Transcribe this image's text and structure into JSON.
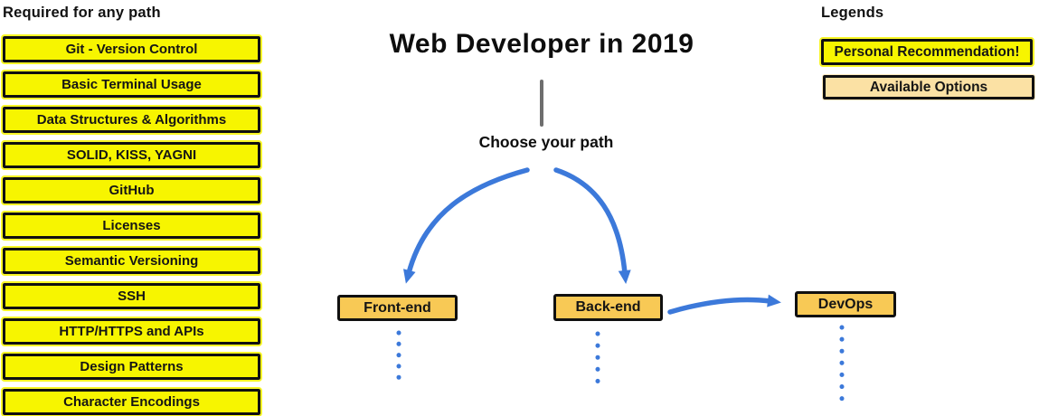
{
  "required": {
    "header": "Required for any path",
    "items": [
      "Git - Version Control",
      "Basic Terminal Usage",
      "Data Structures & Algorithms",
      "SOLID, KISS, YAGNI",
      "GitHub",
      "Licenses",
      "Semantic Versioning",
      "SSH",
      "HTTP/HTTPS and APIs",
      "Design Patterns",
      "Character Encodings"
    ]
  },
  "center": {
    "title": "Web Developer in 2019",
    "choose_label": "Choose your path",
    "paths": {
      "frontend": "Front-end",
      "backend": "Back-end",
      "devops": "DevOps"
    }
  },
  "legends": {
    "header": "Legends",
    "recommendation": "Personal Recommendation!",
    "options": "Available Options"
  },
  "colors": {
    "recommendation_yellow": "#F7F500",
    "available_option_tan": "#FBE1A4",
    "path_box_amber": "#F8C955",
    "arrow_blue": "#3C79DA",
    "divider_gray": "#6E6E6E",
    "border_black": "#101010"
  }
}
